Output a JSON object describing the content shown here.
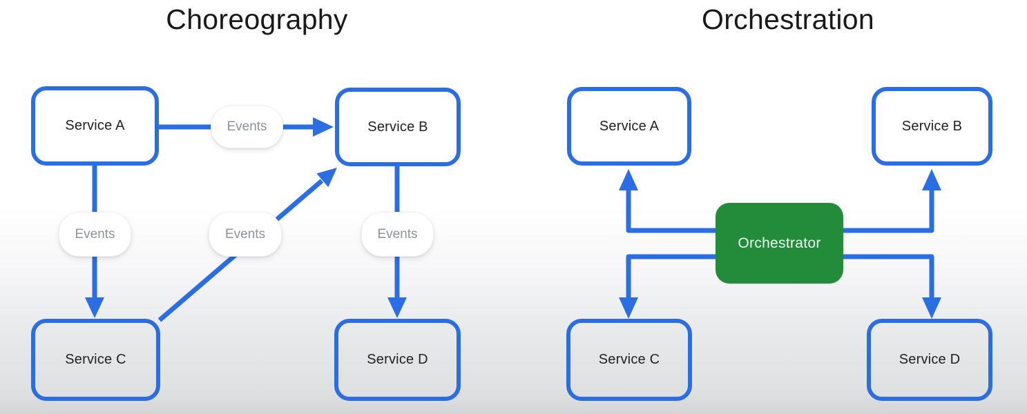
{
  "colors": {
    "arrow_blue": "#2b6de3",
    "orchestrator_green": "#238c3b",
    "title_text": "#18191b",
    "service_text": "#202124",
    "events_text": "#8e939b"
  },
  "choreography": {
    "title": "Choreography",
    "service_a": "Service A",
    "service_b": "Service B",
    "service_c": "Service C",
    "service_d": "Service D",
    "events_a_to_b": "Events",
    "events_a_to_c": "Events",
    "events_c_to_b": "Events",
    "events_b_to_d": "Events"
  },
  "orchestration": {
    "title": "Orchestration",
    "service_a": "Service A",
    "service_b": "Service B",
    "service_c": "Service C",
    "service_d": "Service D",
    "orchestrator": "Orchestrator"
  }
}
